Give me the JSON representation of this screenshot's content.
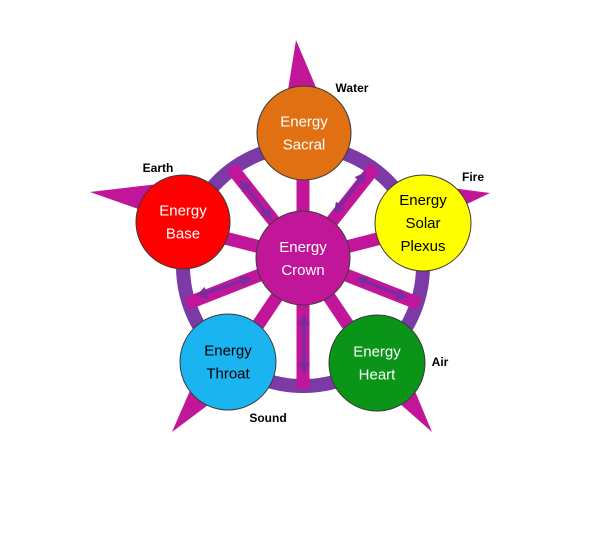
{
  "colors": {
    "ring": "#7b3aa6",
    "spoke": "#c2169a",
    "arrow": "#7a2c9e",
    "star_point": "#c2169a",
    "node_stroke": "#3a3a3a"
  },
  "center": {
    "lines": [
      "Energy",
      "Crown"
    ],
    "color": "#c2169a",
    "text_color": "#ffffff"
  },
  "nodes": [
    {
      "id": "sacral",
      "lines": [
        "Energy",
        "Sacral"
      ],
      "color": "#e07012",
      "text_color": "#ffffff",
      "element": "Water"
    },
    {
      "id": "solar-plexus",
      "lines": [
        "Energy",
        "Solar",
        "Plexus"
      ],
      "color": "#ffff00",
      "text_color": "#000000",
      "element": "Fire"
    },
    {
      "id": "heart",
      "lines": [
        "Energy",
        "Heart"
      ],
      "color": "#0a9418",
      "text_color": "#ffffff",
      "element": "Air"
    },
    {
      "id": "throat",
      "lines": [
        "Energy",
        "Throat"
      ],
      "color": "#1ab4f0",
      "text_color": "#000000",
      "element": "Sound"
    },
    {
      "id": "base",
      "lines": [
        "Energy",
        "Base"
      ],
      "color": "#ff0000",
      "text_color": "#ffffff",
      "element": "Earth"
    }
  ]
}
